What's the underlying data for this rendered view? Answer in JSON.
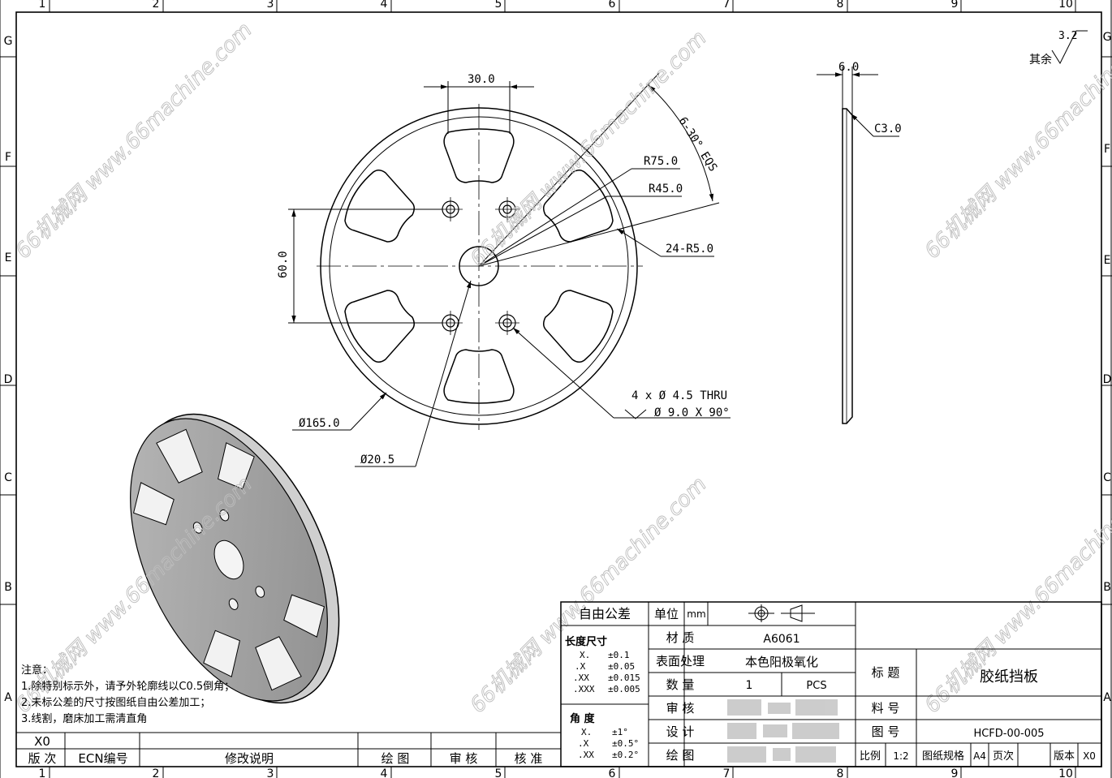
{
  "frame": {
    "col_labels": [
      "1",
      "2",
      "3",
      "4",
      "5",
      "6",
      "7",
      "8",
      "9",
      "10"
    ],
    "row_labels": [
      "G",
      "F",
      "E",
      "D",
      "C",
      "B",
      "A"
    ]
  },
  "roughness": {
    "prefix": "其余",
    "value": "3.2"
  },
  "front_view": {
    "dim_slot_width": "30.0",
    "dim_hole_spacing": "60.0",
    "dim_pattern": "6-30° EQS",
    "dim_r75": "R75.0",
    "dim_r45": "R45.0",
    "dim_corner": "24-R5.0",
    "dim_outer": "Ø165.0",
    "dim_bore": "Ø20.5",
    "hole_note_1": "4 x Ø 4.5 THRU",
    "hole_note_2": "Ø 9.0 X 90°"
  },
  "side_view": {
    "dim_thickness": "6.0",
    "dim_chamfer": "C3.0"
  },
  "watermark": "66机械网 www.66machine.com",
  "notes": {
    "title": "注意：",
    "lines": [
      "1.除特别标示外，请予外轮廓线以C0.5倒角；",
      "2.未标公差的尺寸按图纸自由公差加工；",
      "3.线割，磨床加工需清直角"
    ]
  },
  "revision_table": {
    "row_value": "X0",
    "headers": [
      "版 次",
      "ECN编号",
      "修改说明",
      "绘 图",
      "审 核",
      "核 准"
    ]
  },
  "title_block": {
    "free_tolerance": "自由公差",
    "length_label": "长度尺寸",
    "length_rows": [
      {
        "k": "X.",
        "v": "±0.1"
      },
      {
        "k": ".X",
        "v": "±0.05"
      },
      {
        "k": ".XX",
        "v": "±0.015"
      },
      {
        "k": ".XXX",
        "v": "±0.005"
      }
    ],
    "angle_label": "角 度",
    "angle_rows": [
      {
        "k": "X.",
        "v": "±1°"
      },
      {
        "k": ".X",
        "v": "±0.5°"
      },
      {
        "k": ".XX",
        "v": "±0.2°"
      }
    ],
    "unit_label": "单位",
    "unit_value": "mm",
    "material_label": "材 质",
    "material_value": "A6061",
    "surface_label": "表面处理",
    "surface_value": "本色阳极氧化",
    "qty_label": "数 量",
    "qty_value": "1",
    "qty_unit": "PCS",
    "review_label": "审 核",
    "design_label": "设 计",
    "draw_label": "绘 图",
    "title_label": "标 题",
    "title_value": "胶纸挡板",
    "partno_label": "料 号",
    "dwgno_label": "图 号",
    "dwgno_value": "HCFD-00-005",
    "scale_label": "比例",
    "scale_value": "1:2",
    "format_label": "图纸规格",
    "format_value": "A4",
    "page_label": "页次",
    "version_label": "版本",
    "version_value": "X0"
  }
}
